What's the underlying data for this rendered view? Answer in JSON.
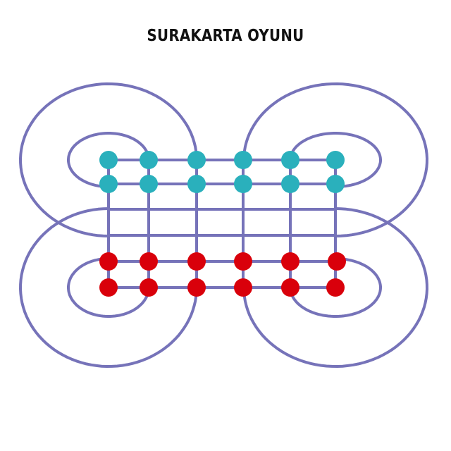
{
  "title": "SURAKARTA OYUNU",
  "colors": {
    "background": "#ffffff",
    "track": "#7673b9",
    "title": "#111111",
    "player_top": "#2ab0bc",
    "player_bottom": "#d9000b"
  },
  "board": {
    "columns": 6,
    "rows": 6,
    "circuits": 2
  },
  "pieces": [
    {
      "player": "top",
      "color": "#2ab0bc",
      "row": 0,
      "col": 0
    },
    {
      "player": "top",
      "color": "#2ab0bc",
      "row": 0,
      "col": 1
    },
    {
      "player": "top",
      "color": "#2ab0bc",
      "row": 0,
      "col": 2
    },
    {
      "player": "top",
      "color": "#2ab0bc",
      "row": 0,
      "col": 3
    },
    {
      "player": "top",
      "color": "#2ab0bc",
      "row": 0,
      "col": 4
    },
    {
      "player": "top",
      "color": "#2ab0bc",
      "row": 0,
      "col": 5
    },
    {
      "player": "top",
      "color": "#2ab0bc",
      "row": 1,
      "col": 0
    },
    {
      "player": "top",
      "color": "#2ab0bc",
      "row": 1,
      "col": 1
    },
    {
      "player": "top",
      "color": "#2ab0bc",
      "row": 1,
      "col": 2
    },
    {
      "player": "top",
      "color": "#2ab0bc",
      "row": 1,
      "col": 3
    },
    {
      "player": "top",
      "color": "#2ab0bc",
      "row": 1,
      "col": 4
    },
    {
      "player": "top",
      "color": "#2ab0bc",
      "row": 1,
      "col": 5
    },
    {
      "player": "bottom",
      "color": "#d9000b",
      "row": 4,
      "col": 0
    },
    {
      "player": "bottom",
      "color": "#d9000b",
      "row": 4,
      "col": 1
    },
    {
      "player": "bottom",
      "color": "#d9000b",
      "row": 4,
      "col": 2
    },
    {
      "player": "bottom",
      "color": "#d9000b",
      "row": 4,
      "col": 3
    },
    {
      "player": "bottom",
      "color": "#d9000b",
      "row": 4,
      "col": 4
    },
    {
      "player": "bottom",
      "color": "#d9000b",
      "row": 4,
      "col": 5
    },
    {
      "player": "bottom",
      "color": "#d9000b",
      "row": 5,
      "col": 0
    },
    {
      "player": "bottom",
      "color": "#d9000b",
      "row": 5,
      "col": 1
    },
    {
      "player": "bottom",
      "color": "#d9000b",
      "row": 5,
      "col": 2
    },
    {
      "player": "bottom",
      "color": "#d9000b",
      "row": 5,
      "col": 3
    },
    {
      "player": "bottom",
      "color": "#d9000b",
      "row": 5,
      "col": 4
    },
    {
      "player": "bottom",
      "color": "#d9000b",
      "row": 5,
      "col": 5
    }
  ]
}
